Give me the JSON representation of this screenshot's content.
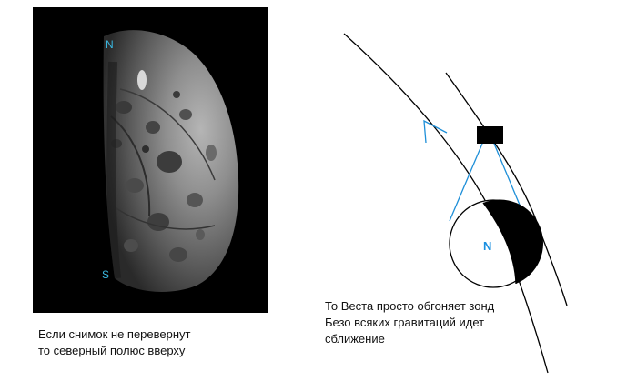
{
  "photo": {
    "label_north": "N",
    "label_south": "S",
    "background": "#000000",
    "label_color": "#3ab8e0"
  },
  "diagram": {
    "vesta_label": "N",
    "vesta_label_color": "#1a8fe0",
    "trajectory_color": "#000000",
    "view_line_color": "#1e8fd8",
    "probe_color": "#000000",
    "body_shadow_color": "#000000"
  },
  "caption_left": {
    "line1": "Если снимок не перевернут",
    "line2": "то северный полюс вверху"
  },
  "caption_right": {
    "line1": "То Веста просто обгоняет зонд",
    "line2": "Безо всяких гравитаций идет",
    "line3": "сближение"
  }
}
